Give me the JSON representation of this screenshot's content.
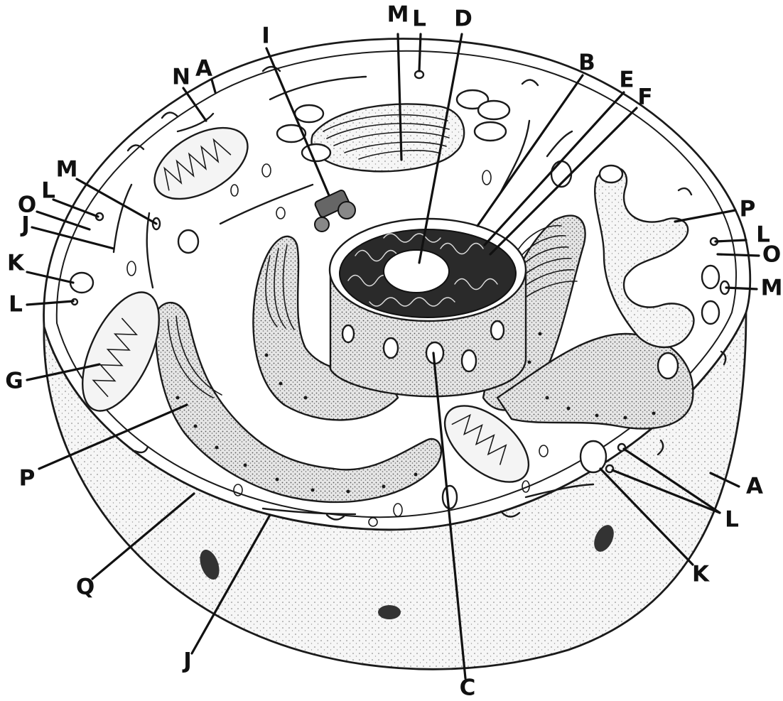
{
  "diagram": {
    "labels": {
      "A_top": "A",
      "A_right": "A",
      "B": "B",
      "C": "C",
      "D": "D",
      "E": "E",
      "F": "F",
      "G": "G",
      "I": "I",
      "J_left": "J",
      "J_bottom": "J",
      "K_left": "K",
      "K_right": "K",
      "L_top": "L",
      "L_left_upper": "L",
      "L_left_lower": "L",
      "L_right_upper": "L",
      "L_right_lower": "L",
      "M_top": "M",
      "M_left": "M",
      "M_right": "M",
      "N": "N",
      "O_left": "O",
      "O_right": "O",
      "P_right": "P",
      "P_left": "P",
      "Q": "Q"
    }
  }
}
